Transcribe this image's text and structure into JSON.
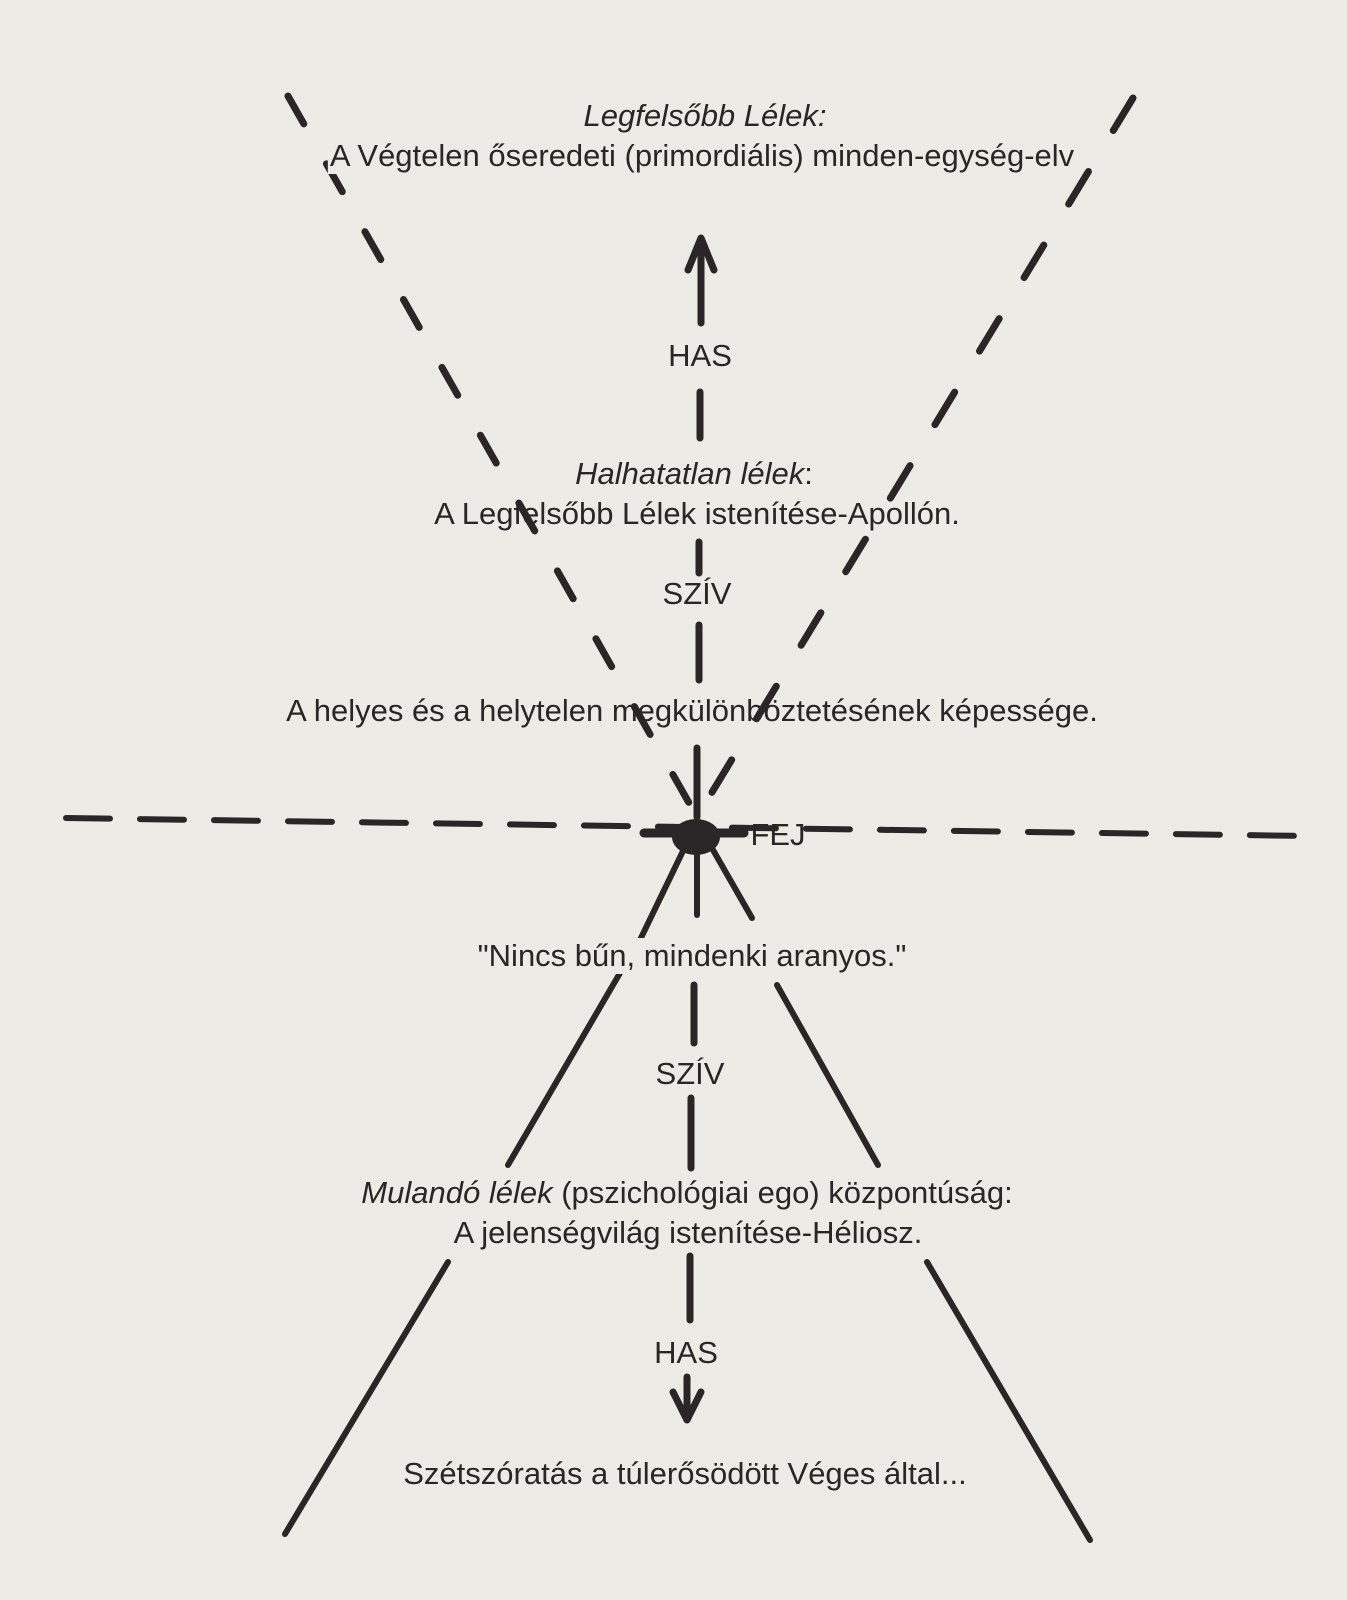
{
  "diagram": {
    "supreme_soul": {
      "title": "Legfelsőbb Lélek:",
      "description": "A Végtelen őseredeti (primordiális) minden-egység-elv"
    },
    "upper_belly_label": "HAS",
    "immortal_soul": {
      "title": "Halhatatlan lélek",
      "title_colon": ":",
      "description": "A Legfelsőbb Lélek istenítése-Apollón."
    },
    "upper_heart_label": "SZÍV",
    "discernment": "A helyes és a helytelen megkülönböztetésének képessége.",
    "head_label": "FEJ",
    "no_sin_quote": "\"Nincs bűn, mindenki aranyos.\"",
    "lower_heart_label": "SZÍV",
    "mortal_soul": {
      "title": "Mulandó lélek",
      "title_rest": " (pszichológiai ego) központúság:",
      "description": "A jelenségvilág istenítése-Héliosz."
    },
    "lower_belly_label": "HAS",
    "dispersion": "Szétszóratás a túlerősödött Véges által..."
  },
  "colors": {
    "paper": "#ecebe6",
    "ink": "#2a2526"
  }
}
